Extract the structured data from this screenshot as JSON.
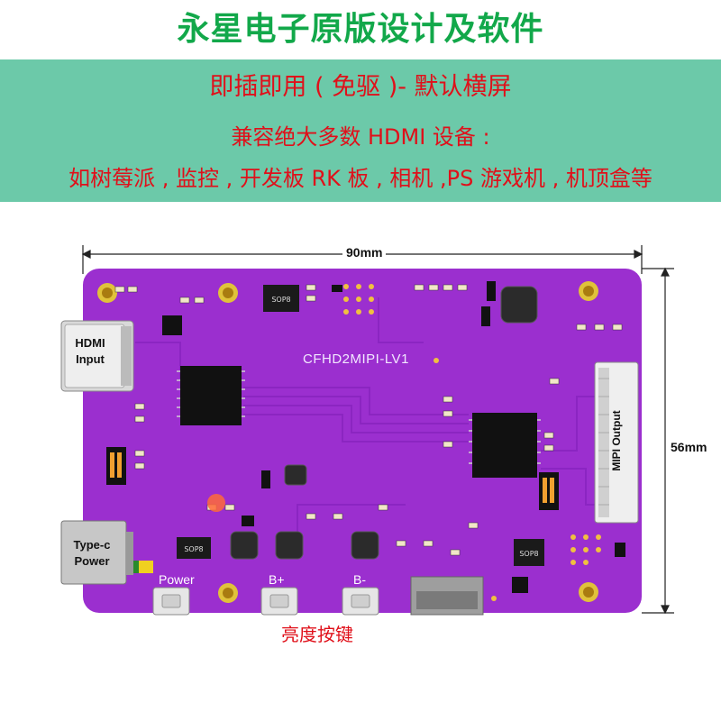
{
  "header": {
    "title": "永星电子原版设计及软件",
    "line1": "即插即用 ( 免驱 )- 默认横屏",
    "line2": "兼容绝大多数 HDMI 设备 :",
    "line3": "如树莓派 , 监控 , 开发板 RK 板 , 相机 ,PS 游戏机 , 机顶盒等"
  },
  "dimensions": {
    "width": "90mm",
    "height": "56mm"
  },
  "board": {
    "model": "CFHD2MIPI-LV1",
    "hdmi_label": "HDMI Input",
    "typec_label": "Type-c Power",
    "mipi_label": "MIPI Output",
    "chip_marks": [
      "SOP8",
      "SOP8",
      "SOP8"
    ],
    "buttons": [
      "Power",
      "B+",
      "B-"
    ],
    "colors": {
      "pcb": "#9b2fcf",
      "pcb_dark": "#7f1db0",
      "text": "#ffffff"
    }
  },
  "caption": "亮度按键"
}
